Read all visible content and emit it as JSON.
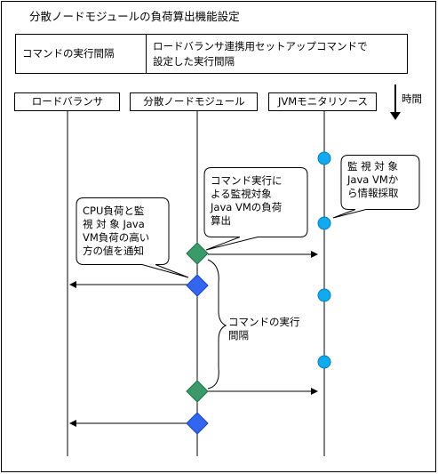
{
  "title": "分散ノードモジュールの負荷算出機能設定",
  "table": {
    "col1": "コマンドの実行間隔",
    "col2": "ロードバランサ連携用セットアップコマンドで\n設定した実行間隔"
  },
  "lanes": {
    "lb": "ロードバランサ",
    "node": "分散ノードモジュール",
    "jvm": "JVMモニタリソース"
  },
  "time_label": "時間",
  "callouts": {
    "collect": "監 視 対 象\nJava VMか\nら情報採取",
    "calc": "コマンド実行に\nよる監視対象\nJava VMの負荷\n算出",
    "notify": "CPU負荷と監\n視 対 象 Java\nVM負荷の高い\n方の値を通知"
  },
  "interval_label": "コマンドの実行\n間隔",
  "colors": {
    "diamond_green": "#3a9a6a",
    "diamond_blue": "#3366ee",
    "circle_cyan": "#11aaee"
  }
}
